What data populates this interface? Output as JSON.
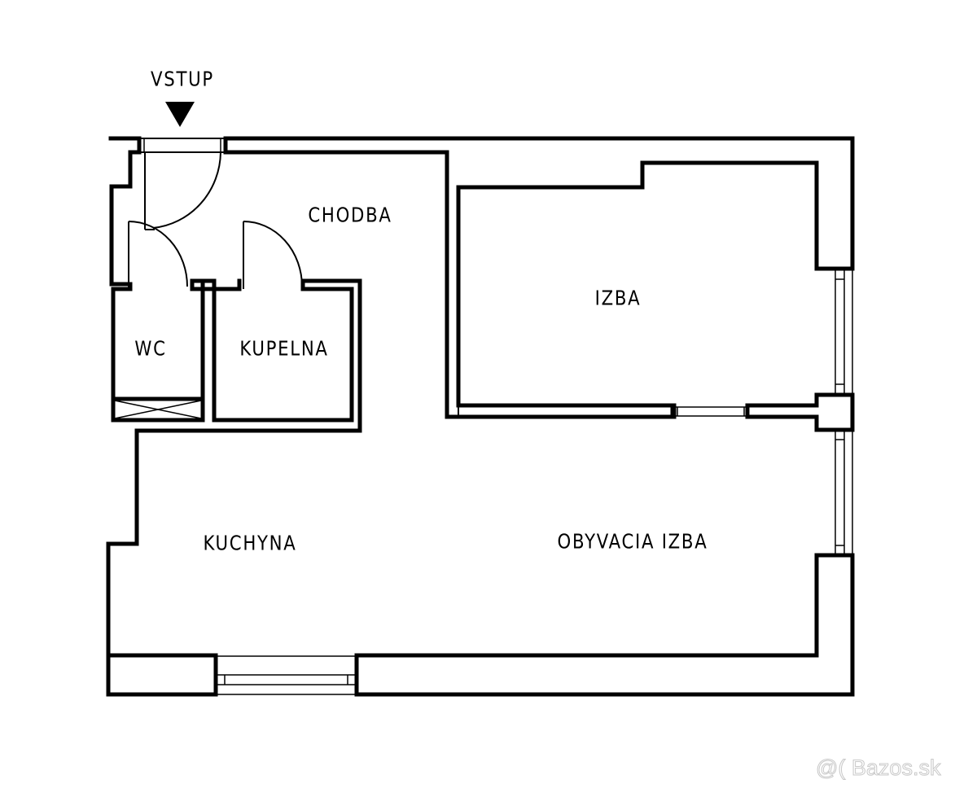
{
  "floorplan": {
    "entrance": {
      "label": "VSTUP",
      "marker": "down-triangle"
    },
    "rooms": [
      {
        "id": "chodba",
        "label": "CHODBA"
      },
      {
        "id": "wc",
        "label": "WC"
      },
      {
        "id": "kupelna",
        "label": "KUPELNA"
      },
      {
        "id": "izba",
        "label": "IZBA"
      },
      {
        "id": "kuchyna",
        "label": "KUCHYNA"
      },
      {
        "id": "obyvacia_izba",
        "label": "OBYVACIA IZBA"
      }
    ],
    "colors": {
      "wall": "#000000",
      "background": "#ffffff",
      "watermark": "#c8c8c8"
    }
  },
  "watermark": {
    "text": "@( Bazos.sk"
  }
}
